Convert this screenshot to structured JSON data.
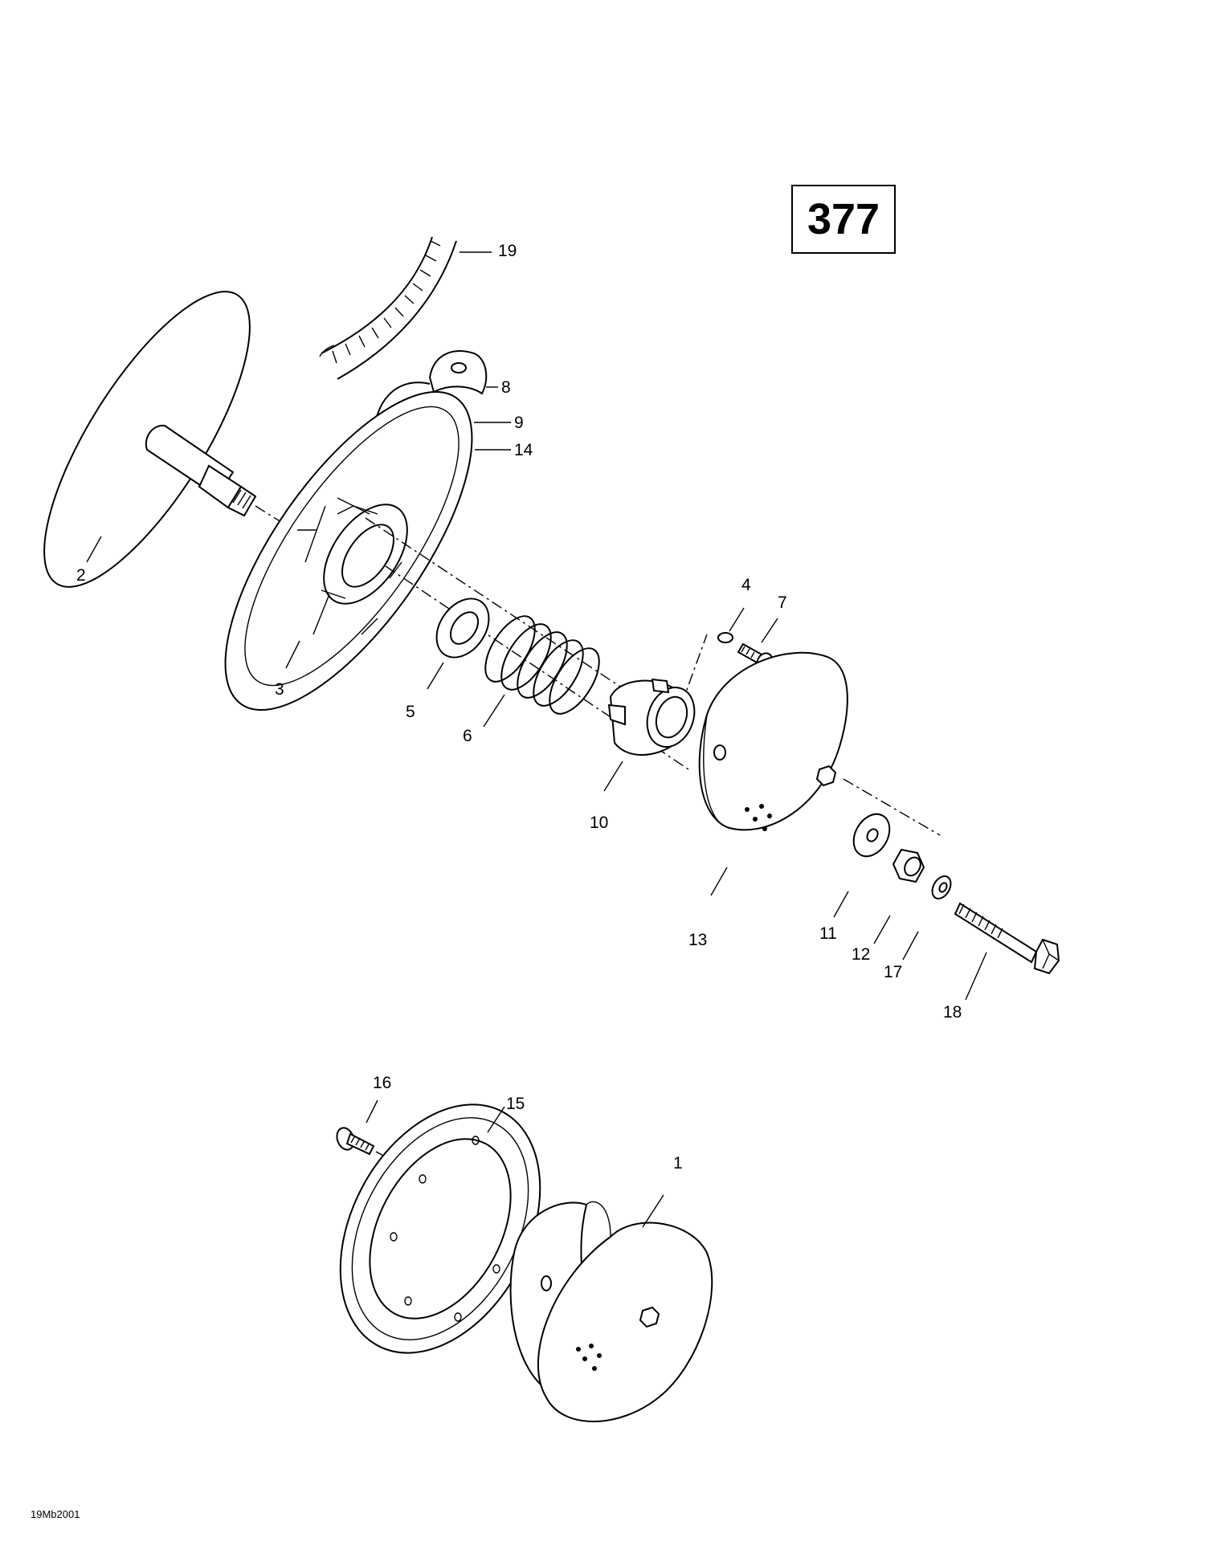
{
  "page_number": "377",
  "drawing_code": "19Mb2001",
  "callouts": {
    "c1": "1",
    "c2": "2",
    "c3": "3",
    "c4": "4",
    "c5": "5",
    "c6": "6",
    "c7": "7",
    "c8": "8",
    "c9": "9",
    "c10": "10",
    "c11": "11",
    "c12": "12",
    "c13": "13",
    "c14": "14",
    "c15": "15",
    "c16": "16",
    "c17": "17",
    "c18": "18",
    "c19": "19"
  }
}
